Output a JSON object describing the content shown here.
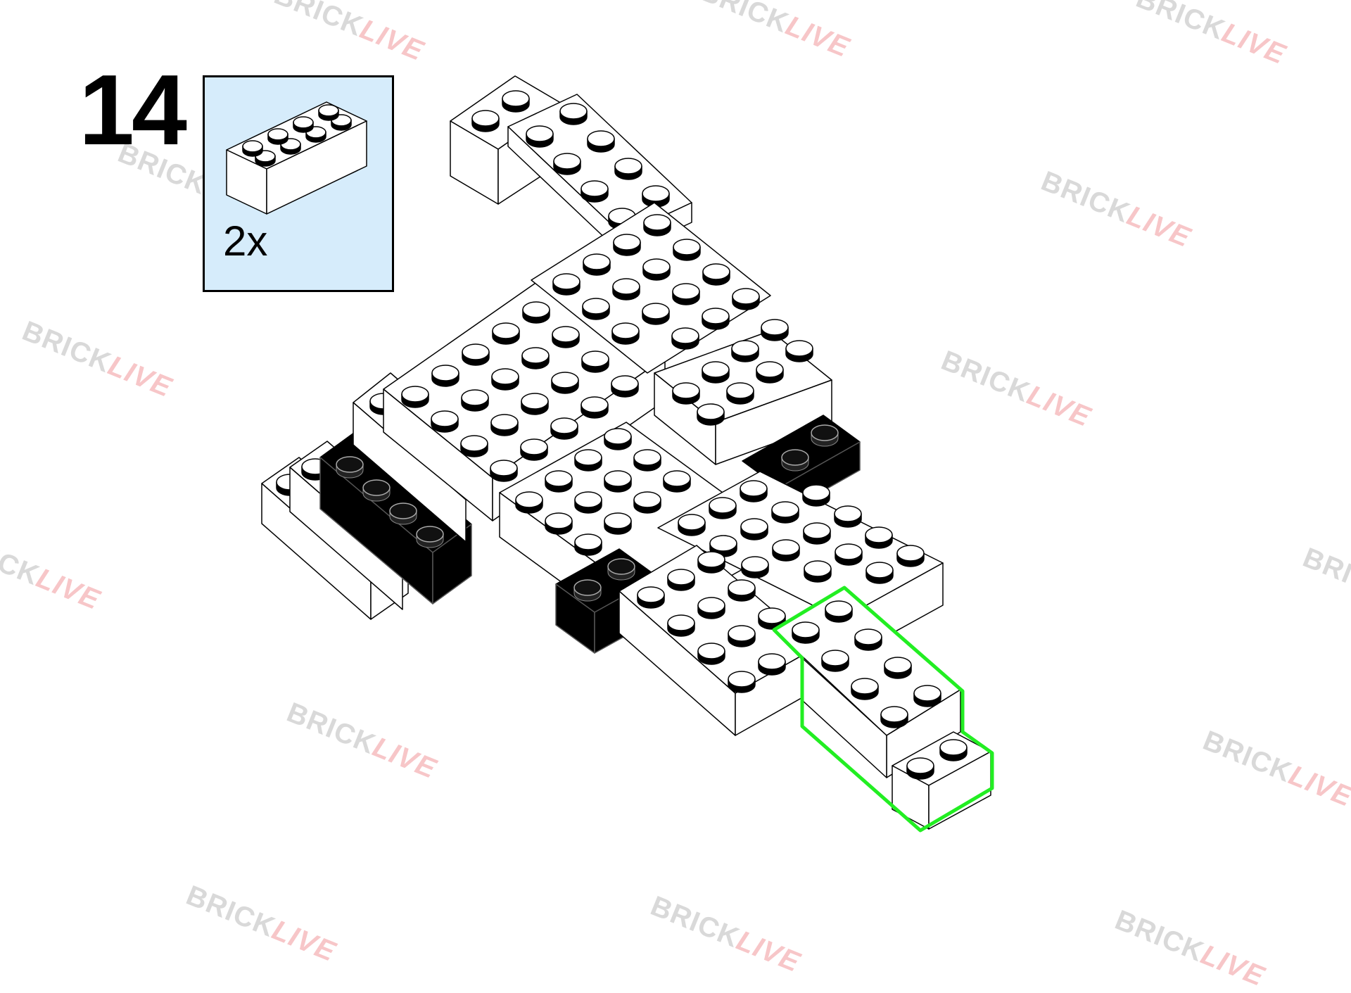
{
  "step": {
    "number": "14"
  },
  "parts_callout": {
    "quantity": "2x",
    "part_icon": "brick-2x4-white-icon",
    "background_color": "#d6ecfb"
  },
  "watermark": {
    "brand_part1": "BRICK",
    "brand_part2": "LIVE"
  },
  "highlight_color": "#22ee22",
  "brick_colors": {
    "white": "#ffffff",
    "black": "#000000"
  }
}
